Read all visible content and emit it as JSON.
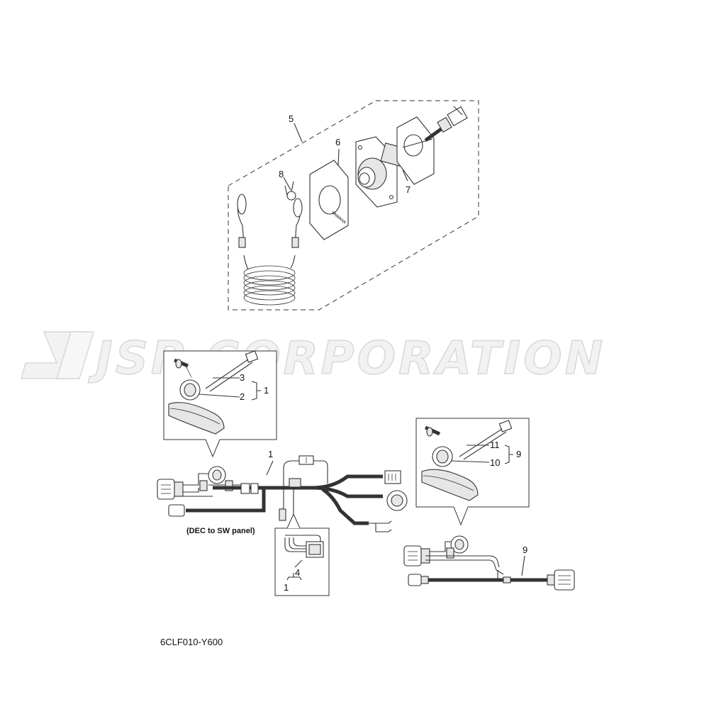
{
  "watermark": "JSP CORPORATION",
  "logo_label": "YAMAHA",
  "callouts": {
    "c1a": "1",
    "c1b": "1",
    "c1c": "1",
    "c2": "2",
    "c3": "3",
    "c4": "4",
    "c5": "5",
    "c6": "6",
    "c7": "7",
    "c8": "8",
    "c9a": "9",
    "c9b": "9",
    "c10": "10",
    "c11": "11"
  },
  "annotation": "(DEC to SW panel)",
  "diagram_code": "6CLF010-Y600"
}
